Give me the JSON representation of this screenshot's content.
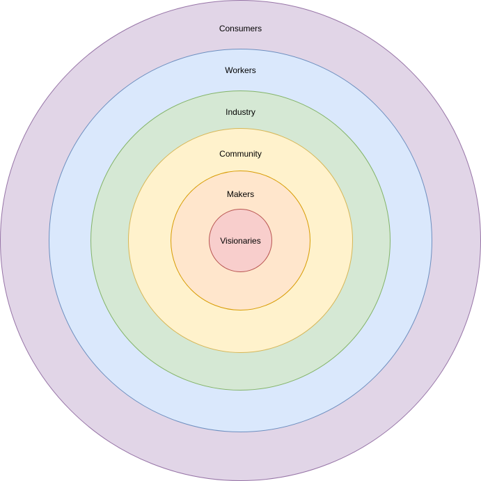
{
  "rings": [
    {
      "label": "Consumers",
      "fill": "#e1d5e7",
      "stroke": "#9673a6"
    },
    {
      "label": "Workers",
      "fill": "#dae8fc",
      "stroke": "#6c8ebf"
    },
    {
      "label": "Industry",
      "fill": "#d5e8d4",
      "stroke": "#82b366"
    },
    {
      "label": "Community",
      "fill": "#fff2cc",
      "stroke": "#d6b656"
    },
    {
      "label": "Makers",
      "fill": "#ffe6cc",
      "stroke": "#d79b00"
    },
    {
      "label": "Visionaries",
      "fill": "#f8cecc",
      "stroke": "#b85450"
    }
  ]
}
